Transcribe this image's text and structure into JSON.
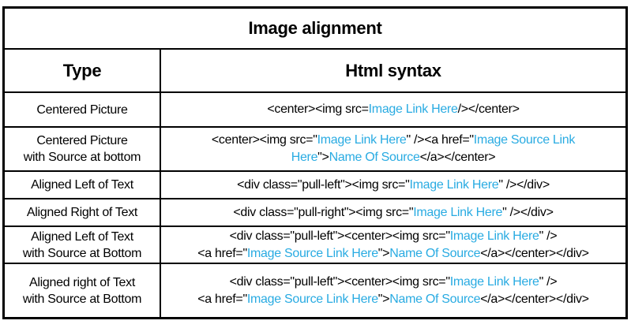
{
  "title": "Image alignment",
  "columns": {
    "type": "Type",
    "syntax": "Html syntax"
  },
  "colors": {
    "code_text": "#000000",
    "attribute_value_text": "#29ABE2",
    "border": "#000000",
    "background": "#ffffff"
  },
  "rows": [
    {
      "type_lines": [
        "Centered Picture"
      ],
      "syntax_lines": [
        [
          {
            "c": "code",
            "t": "<center><img src="
          },
          {
            "c": "link",
            "t": "Image Link Here"
          },
          {
            "c": "code",
            "t": "/></center>"
          }
        ]
      ]
    },
    {
      "type_lines": [
        "Centered Picture",
        "with Source at bottom"
      ],
      "syntax_lines": [
        [
          {
            "c": "code",
            "t": "<center><img src=\""
          },
          {
            "c": "link",
            "t": "Image Link Here"
          },
          {
            "c": "code",
            "t": "\" /><a href=\""
          },
          {
            "c": "link",
            "t": "Image Source Link"
          }
        ],
        [
          {
            "c": "link",
            "t": "Here"
          },
          {
            "c": "code",
            "t": "\">"
          },
          {
            "c": "link",
            "t": "Name Of Source"
          },
          {
            "c": "code",
            "t": "</a></center>"
          }
        ]
      ]
    },
    {
      "type_lines": [
        "Aligned Left of Text"
      ],
      "syntax_lines": [
        [
          {
            "c": "code",
            "t": "<div class=\"pull-left\"><img src=\""
          },
          {
            "c": "link",
            "t": "Image Link Here"
          },
          {
            "c": "code",
            "t": "\" /></div>"
          }
        ]
      ]
    },
    {
      "type_lines": [
        "Aligned Right of Text"
      ],
      "syntax_lines": [
        [
          {
            "c": "code",
            "t": "<div class=\"pull-right\"><img src=\""
          },
          {
            "c": "link",
            "t": "Image Link Here"
          },
          {
            "c": "code",
            "t": "\" /></div>"
          }
        ]
      ]
    },
    {
      "type_lines": [
        "Aligned Left of Text",
        "with Source at Bottom"
      ],
      "syntax_lines": [
        [
          {
            "c": "code",
            "t": "<div class=\"pull-left\"><center><img src=\""
          },
          {
            "c": "link",
            "t": "Image Link Here"
          },
          {
            "c": "code",
            "t": "\" />"
          }
        ],
        [
          {
            "c": "code",
            "t": "<a href=\""
          },
          {
            "c": "link",
            "t": "Image Source Link Here"
          },
          {
            "c": "code",
            "t": "\">"
          },
          {
            "c": "link",
            "t": "Name Of Source"
          },
          {
            "c": "code",
            "t": "</a></center></div>"
          }
        ]
      ]
    },
    {
      "type_lines": [
        "Aligned right of Text",
        "with Source at Bottom"
      ],
      "syntax_lines": [
        [
          {
            "c": "code",
            "t": "<div class=\"pull-left\"><center><img src=\""
          },
          {
            "c": "link",
            "t": "Image Link Here"
          },
          {
            "c": "code",
            "t": "\" />"
          }
        ],
        [
          {
            "c": "code",
            "t": "<a href=\""
          },
          {
            "c": "link",
            "t": "Image Source Link Here"
          },
          {
            "c": "code",
            "t": "\">"
          },
          {
            "c": "link",
            "t": "Name Of Source"
          },
          {
            "c": "code",
            "t": "</a></center></div>"
          }
        ]
      ]
    }
  ]
}
